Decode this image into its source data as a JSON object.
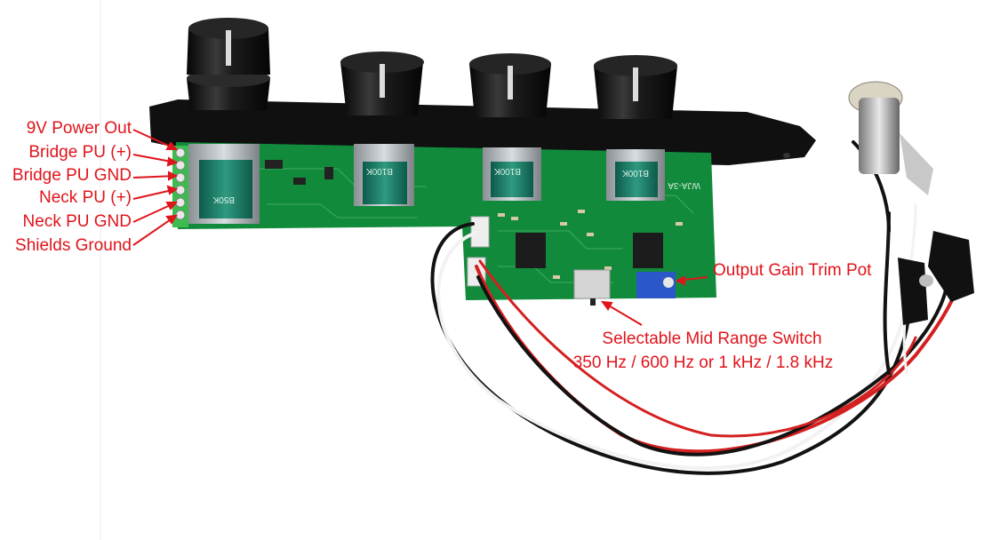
{
  "colors": {
    "annotation_red": "#e0141b",
    "pcb_green": "#128a3c",
    "faceplate_black": "#111111",
    "knob_black": "#1a1a1a",
    "terminal_block_green": "#3dbb4f",
    "trim_pot_blue": "#2c57c9",
    "wire_red": "#d42020",
    "wire_black": "#121212",
    "wire_white": "#f2f2f2"
  },
  "labels": {
    "power_out": "9V Power Out",
    "bridge_pu_pos": "Bridge PU (+)",
    "bridge_pu_gnd": "Bridge PU GND",
    "neck_pu_pos": "Neck PU (+)",
    "neck_pu_gnd": "Neck PU GND",
    "shields_ground": "Shields Ground",
    "output_gain": "Output Gain Trim Pot",
    "mid_switch_line1": "Selectable Mid Range Switch",
    "mid_switch_line2": "350 Hz / 600 Hz or 1 kHz / 1.8 kHz"
  },
  "pot_markings": [
    "B50K",
    "B100K",
    "B100K",
    "B100K"
  ],
  "board_text": "WJA-3A",
  "icons": [
    "output-jack-icon",
    "battery-clip-icon",
    "mid-switch-icon",
    "trim-pot-icon"
  ]
}
